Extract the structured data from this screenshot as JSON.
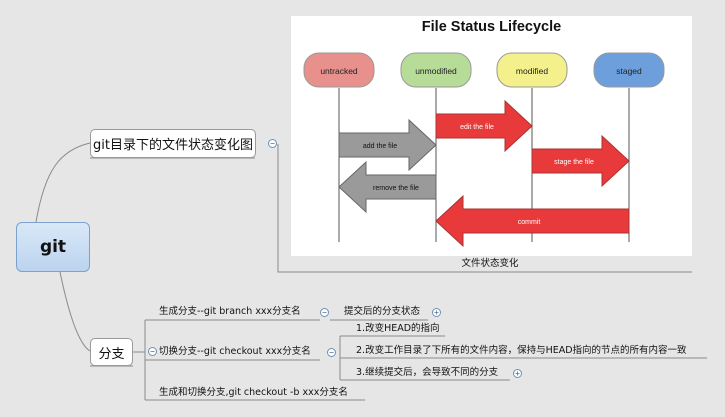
{
  "root": {
    "label": "git"
  },
  "branch1": {
    "label": "git目录下的文件状态变化图",
    "caption": "文件状态变化",
    "figure": {
      "title": "File Status Lifecycle",
      "states": [
        {
          "label": "untracked",
          "color": "#e8908c"
        },
        {
          "label": "unmodified",
          "color": "#b7dc98"
        },
        {
          "label": "modified",
          "color": "#f4f18c"
        },
        {
          "label": "staged",
          "color": "#6d9fdd"
        }
      ],
      "transitions": [
        {
          "label": "add the file",
          "color": "#9a9a9a"
        },
        {
          "label": "edit the file",
          "color": "#e8393b"
        },
        {
          "label": "stage the file",
          "color": "#e8393b"
        },
        {
          "label": "remove the file",
          "color": "#9a9a9a"
        },
        {
          "label": "commit",
          "color": "#e8393b"
        }
      ]
    }
  },
  "branch2": {
    "label": "分支",
    "children": [
      {
        "label": "生成分支--git branch xxx分支名",
        "child": "提交后的分支状态"
      },
      {
        "label": "切换分支--git checkout xxx分支名",
        "children": [
          "1.改变HEAD的指向",
          "2.改变工作目录了下所有的文件内容，保持与HEAD指向的节点的所有内容一致",
          "3.继续提交后，会导致不同的分支"
        ]
      },
      {
        "label": "生成和切换分支,git checkout -b xxx分支名"
      }
    ]
  },
  "toggle_glyphs": {
    "collapse": "−",
    "expand": "+"
  }
}
